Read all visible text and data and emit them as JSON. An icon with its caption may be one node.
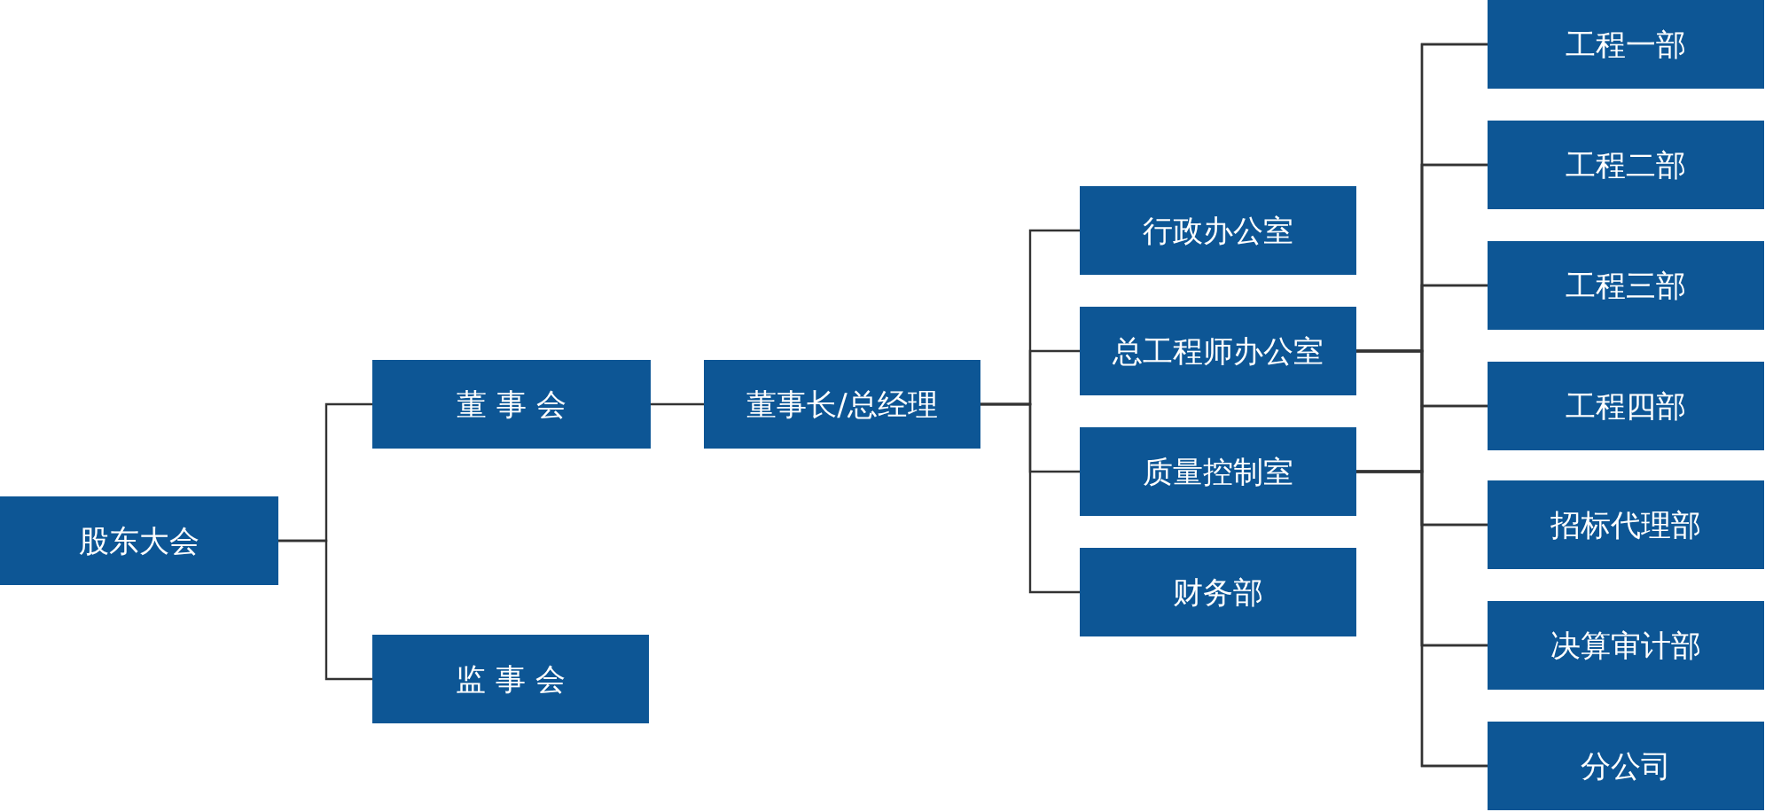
{
  "diagram": {
    "nodes": [
      {
        "text": [
          "股东大会"
        ]
      },
      {
        "text": [
          "董 事 会"
        ]
      },
      {
        "text": [
          "监 事 会"
        ]
      },
      {
        "text": [
          "董事长/总经理"
        ]
      },
      {
        "text": [
          "行政办公室"
        ]
      },
      {
        "text": [
          "总工程师办公室"
        ]
      },
      {
        "text": [
          "质量控制室"
        ]
      },
      {
        "text": [
          "财务部"
        ]
      },
      {
        "text": [
          "工程一部"
        ]
      },
      {
        "text": [
          "工程二部"
        ]
      },
      {
        "text": [
          "工程三部"
        ]
      },
      {
        "text": [
          "工程四部"
        ]
      },
      {
        "text": [
          "招标代理部"
        ]
      },
      {
        "text": [
          "决算审计部"
        ]
      },
      {
        "text": [
          "分公司"
        ]
      }
    ],
    "edges": [
      {
        "from": 0,
        "to": 1,
        "arrow": "none"
      },
      {
        "from": 0,
        "to": 2,
        "arrow": "none"
      },
      {
        "from": 1,
        "to": 3,
        "arrow": "none"
      },
      {
        "from": 3,
        "to": 4,
        "arrow": "none"
      },
      {
        "from": 3,
        "to": 5,
        "arrow": "none"
      },
      {
        "from": 3,
        "to": 6,
        "arrow": "none"
      },
      {
        "from": 3,
        "to": 7,
        "arrow": "none"
      },
      {
        "from": 5,
        "to": 8,
        "arrow": "none"
      },
      {
        "from": 5,
        "to": 9,
        "arrow": "none"
      },
      {
        "from": 5,
        "to": 10,
        "arrow": "none"
      },
      {
        "from": 5,
        "to": 11,
        "arrow": "none"
      },
      {
        "from": 5,
        "to": 12,
        "arrow": "none"
      },
      {
        "from": 5,
        "to": 13,
        "arrow": "none"
      },
      {
        "from": 5,
        "to": 14,
        "arrow": "none"
      },
      {
        "from": 6,
        "to": 8,
        "arrow": "none"
      },
      {
        "from": 6,
        "to": 9,
        "arrow": "none"
      },
      {
        "from": 6,
        "to": 10,
        "arrow": "none"
      },
      {
        "from": 6,
        "to": 11,
        "arrow": "none"
      },
      {
        "from": 6,
        "to": 12,
        "arrow": "none"
      },
      {
        "from": 6,
        "to": 13,
        "arrow": "none"
      },
      {
        "from": 6,
        "to": 14,
        "arrow": "none"
      }
    ]
  }
}
